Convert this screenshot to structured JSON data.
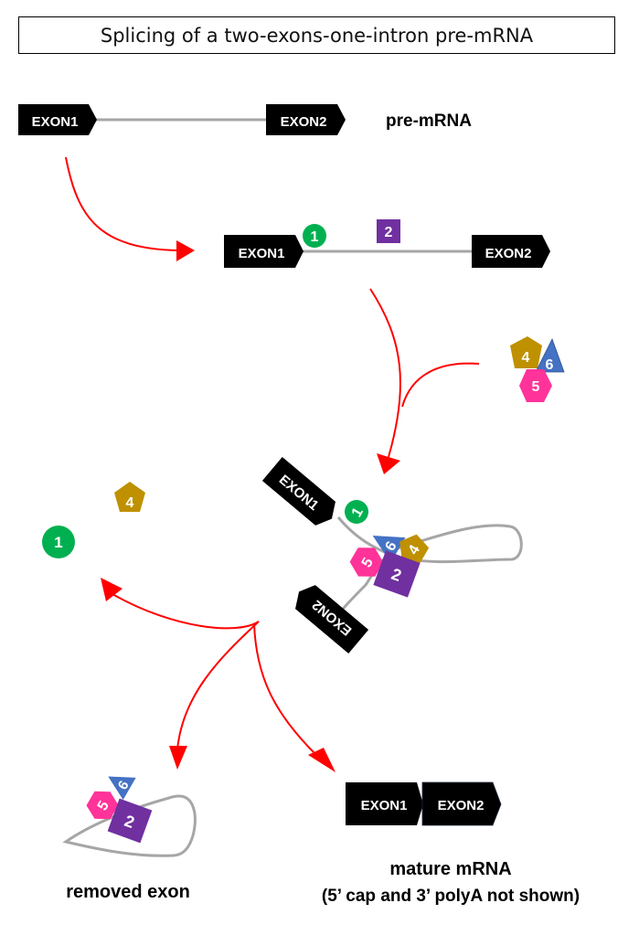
{
  "title": "Splicing of a two-exons-one-intron pre-mRNA",
  "labels": {
    "pre_mrna": "pre-mRNA",
    "removed_exon": "removed exon",
    "mature_mrna": "mature mRNA",
    "mature_note": "(5’ cap and 3’ polyA not shown)"
  },
  "exons": {
    "exon1": "EXON1",
    "exon2": "EXON2"
  },
  "factors": {
    "f1": "1",
    "f2": "2",
    "f4": "4",
    "f5": "5",
    "f6": "6"
  },
  "colors": {
    "exon": "#000000",
    "intron": "#a6a6a6",
    "arrow": "#ff0000",
    "factor1": "#00b050",
    "factor2": "#7030a0",
    "factor4": "#bf9000",
    "factor5": "#ff3399",
    "factor6": "#4472c4"
  }
}
